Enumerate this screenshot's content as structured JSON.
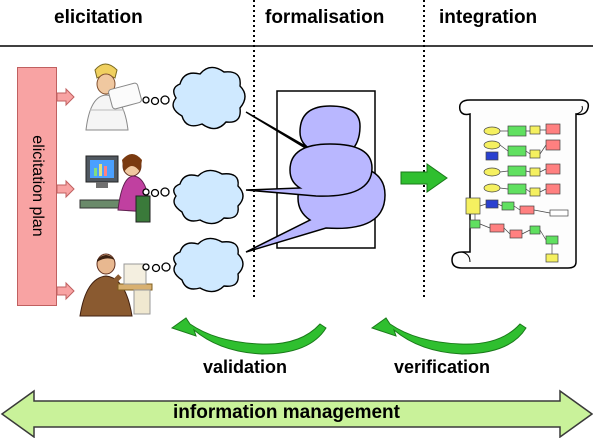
{
  "headers": {
    "elicitation": "elicitation",
    "formalisation": "formalisation",
    "integration": "integration"
  },
  "elicitation_plan_label": "elicitation plan",
  "labels": {
    "validation": "validation",
    "verification": "verification",
    "information_management": "information management"
  },
  "colors": {
    "plan_fill": "#f8a3a3",
    "bubble_fill": "#b9b7ff",
    "arrow_green": "#2fbf2f",
    "band_green": "#c9f29a",
    "thought_fill": "#cfe9ff"
  }
}
